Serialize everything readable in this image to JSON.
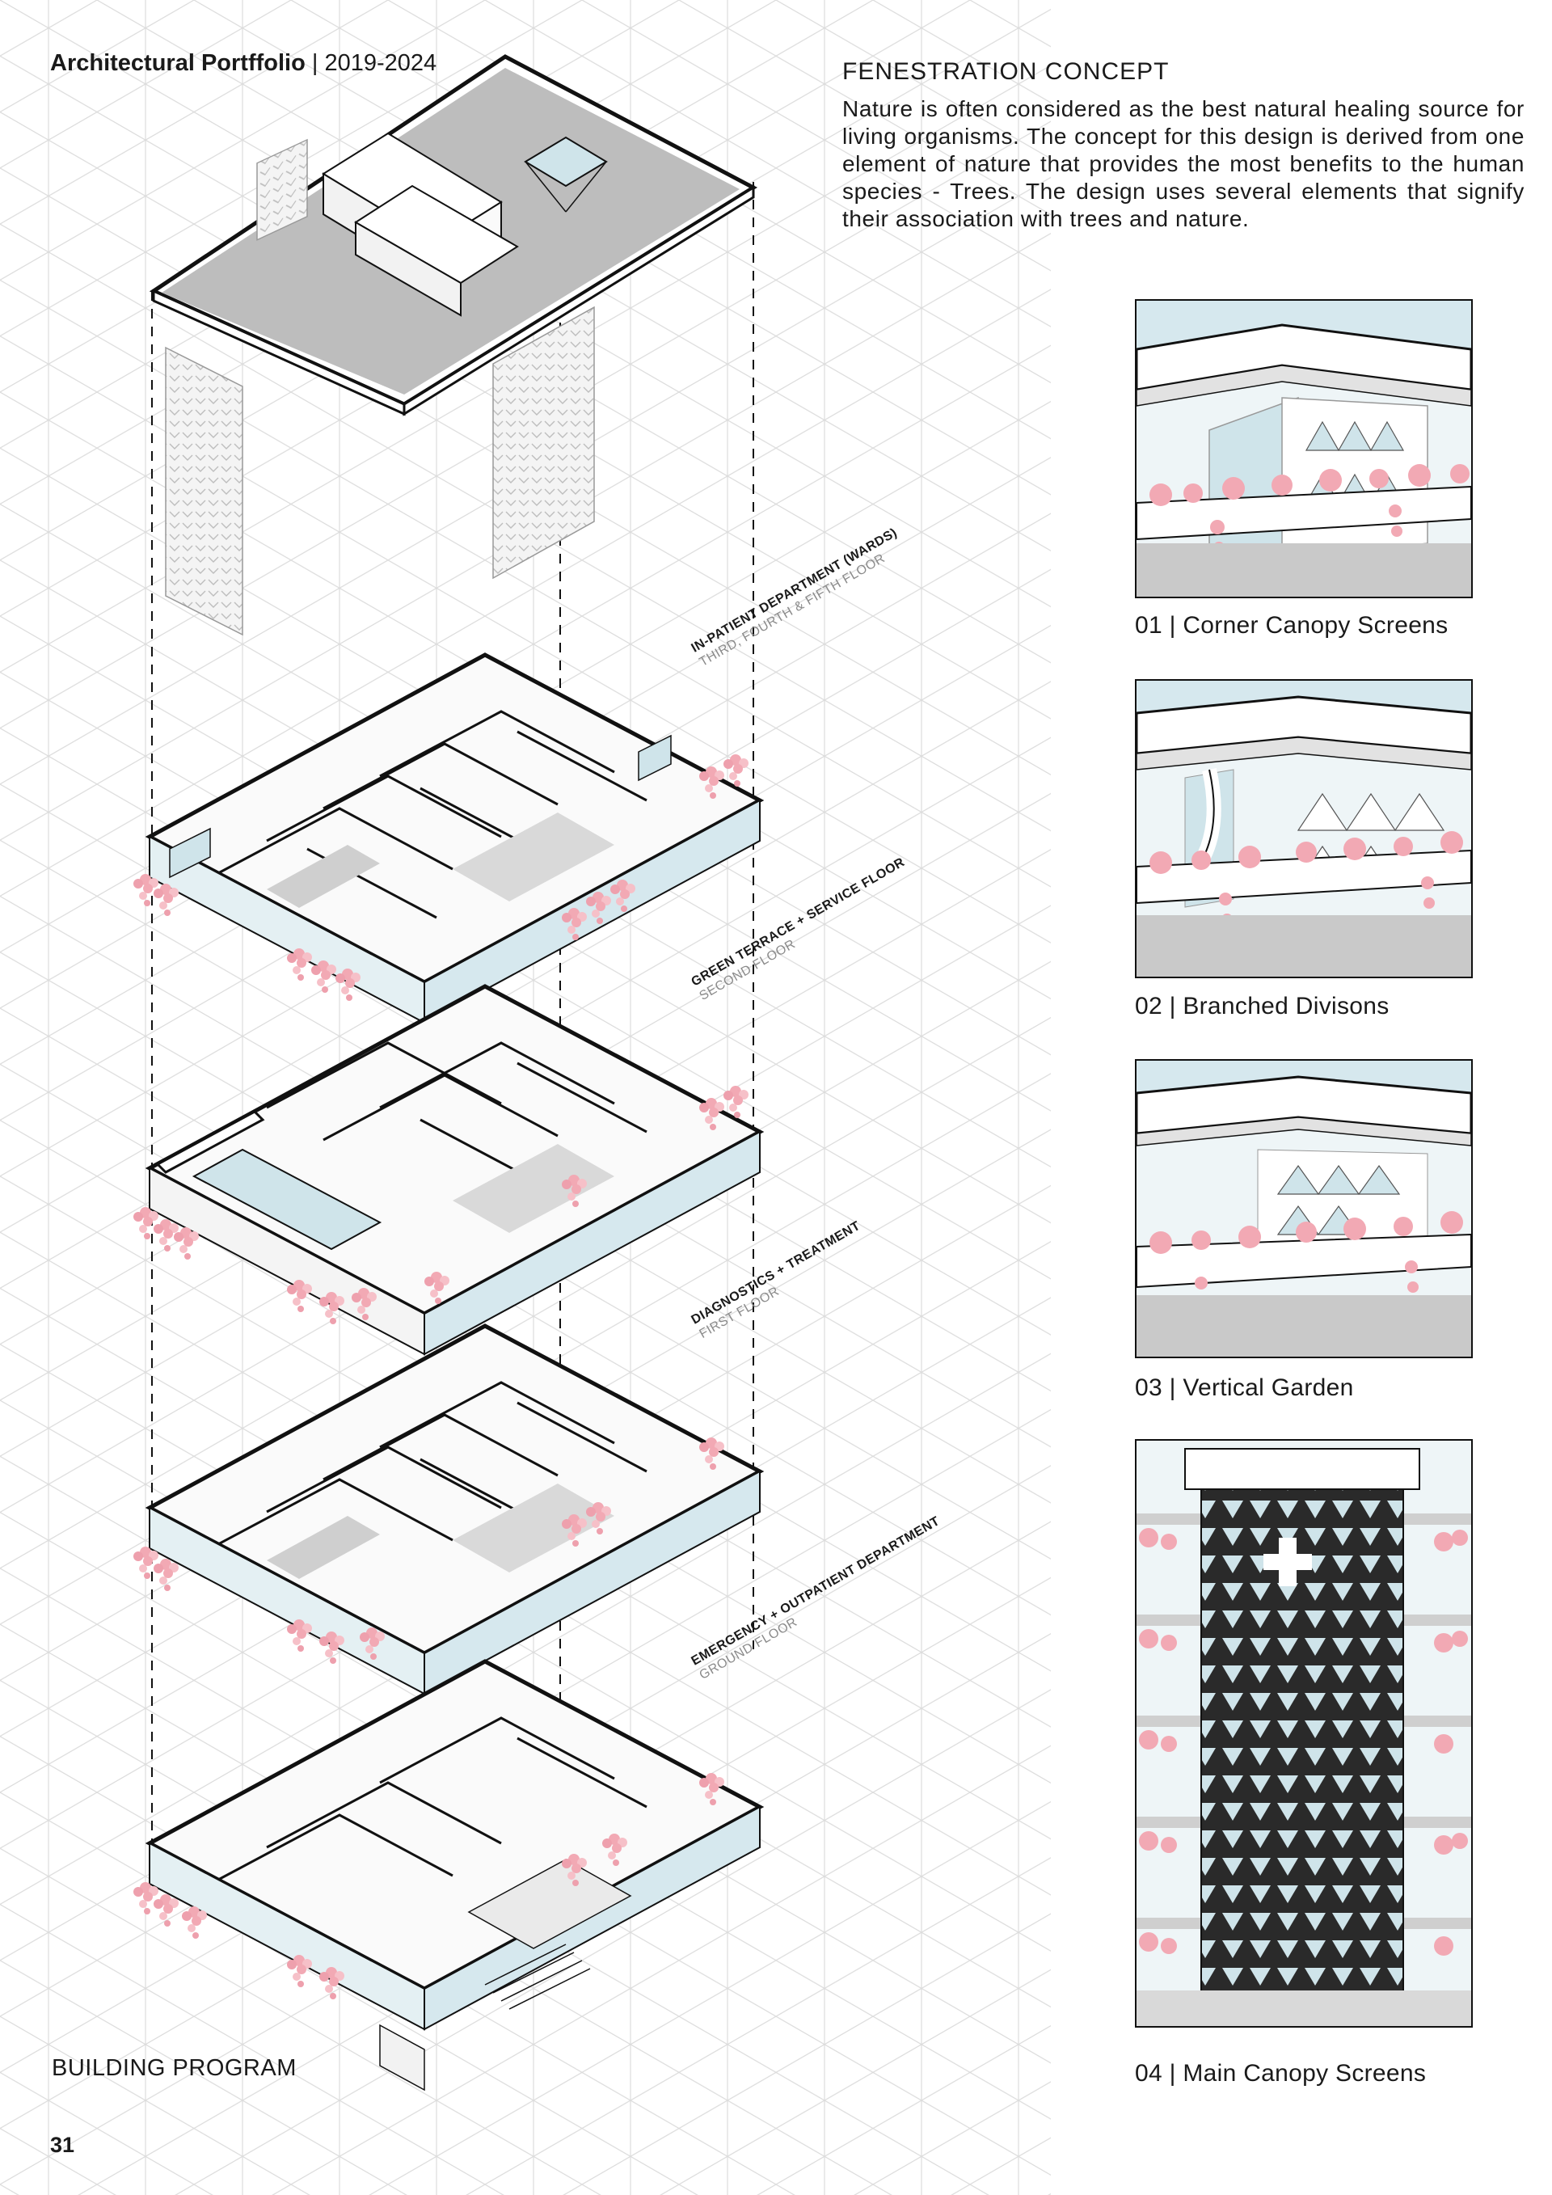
{
  "header": {
    "title": "Architectural Portffolio",
    "separator": " | ",
    "years": "2019-2024"
  },
  "concept": {
    "title": "FENESTRATION CONCEPT",
    "body": "Nature is often considered as the best natural healing source for living organisms. The concept for this design is derived from one element of nature that provides the most benefits to the human species - Trees. The design uses several elements that signify their association with trees and nature."
  },
  "panels": [
    {
      "caption": "01 | Corner Canopy Screens"
    },
    {
      "caption": "02 | Branched Divisons"
    },
    {
      "caption": "03 | Vertical Garden"
    },
    {
      "caption": "04 | Main Canopy Screens"
    }
  ],
  "floors": [
    {
      "name": "IN-PATIENT DEPARTMENT (WARDS)",
      "level": "THIRD, FOURTH & FIFTH FLOOR"
    },
    {
      "name": "GREEN TERRACE + SERVICE FLOOR",
      "level": "SECOND FLOOR"
    },
    {
      "name": "DIAGNOSTICS + TREATMENT",
      "level": "FIRST FLOOR"
    },
    {
      "name": "EMERGENCY + OUTPATIENT DEPARTMENT",
      "level": "GROUND FLOOR"
    }
  ],
  "footer": {
    "section": "BUILDING PROGRAM",
    "page": "31"
  },
  "colors": {
    "glass": "#cfe4ea",
    "roof": "#b9b9b9",
    "flowers": "#f2a9b4",
    "line": "#111111",
    "grid": "#dcdcdc"
  }
}
